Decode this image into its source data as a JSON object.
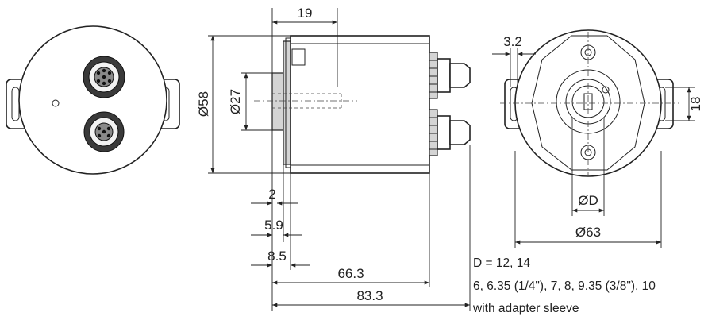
{
  "dimensions": {
    "d19": "19",
    "d58": "Ø58",
    "d27": "Ø27",
    "d2": "2",
    "d5_9": "5.9",
    "d8_5": "8.5",
    "d66_3": "66.3",
    "d83_3": "83.3",
    "d3_2": "3.2",
    "d18": "18",
    "dD": "ØD",
    "d63": "Ø63"
  },
  "notes": {
    "line1": "D = 12, 14",
    "line2": "6, 6.35 (1/4\"), 7, 8, 9.35 (3/8\"), 10",
    "line3": "with adapter sleeve"
  }
}
